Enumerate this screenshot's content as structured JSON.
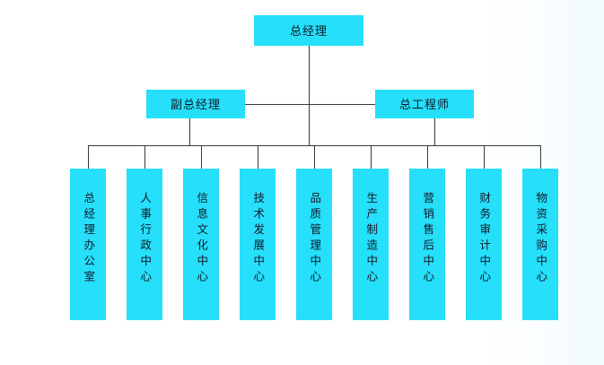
{
  "chart_data": {
    "type": "diagram",
    "title": "",
    "orientation": "top-down",
    "levels": 3,
    "accent_color": "#26dffa",
    "line_color": "#3a3a3a",
    "text_color": "#111827",
    "background_color": "#ffffff",
    "nodes": {
      "level1": [
        {
          "id": "gm",
          "label": "总经理"
        }
      ],
      "level2": [
        {
          "id": "deputy-gm",
          "label": "副总经理"
        },
        {
          "id": "chief-engineer",
          "label": "总工程师"
        }
      ],
      "level3": [
        {
          "id": "gm-office",
          "label": "总经理办公室"
        },
        {
          "id": "hr-admin",
          "label": "人事行政中心"
        },
        {
          "id": "info-culture",
          "label": "信息文化中心"
        },
        {
          "id": "tech-development",
          "label": "技术发展中心"
        },
        {
          "id": "quality-management",
          "label": "品质管理中心"
        },
        {
          "id": "production-manufacturing",
          "label": "生产制造中心"
        },
        {
          "id": "marketing-aftersales",
          "label": "营销售后中心"
        },
        {
          "id": "finance-audit",
          "label": "财务审计中心"
        },
        {
          "id": "materials-procurement",
          "label": "物资采购中心"
        }
      ]
    },
    "edges": [
      {
        "from": "gm",
        "to": "deputy-gm"
      },
      {
        "from": "gm",
        "to": "chief-engineer"
      },
      {
        "from": "gm",
        "to": "gm-office"
      },
      {
        "from": "gm",
        "to": "hr-admin"
      },
      {
        "from": "gm",
        "to": "info-culture"
      },
      {
        "from": "gm",
        "to": "tech-development"
      },
      {
        "from": "gm",
        "to": "quality-management"
      },
      {
        "from": "gm",
        "to": "production-manufacturing"
      },
      {
        "from": "gm",
        "to": "marketing-aftersales"
      },
      {
        "from": "gm",
        "to": "finance-audit"
      },
      {
        "from": "gm",
        "to": "materials-procurement"
      }
    ]
  }
}
